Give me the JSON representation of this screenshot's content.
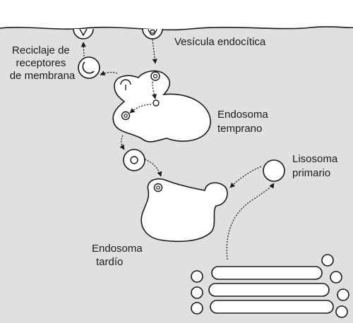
{
  "labels": {
    "recycling": [
      "Reciclaje de",
      "receptores",
      "de membrana"
    ],
    "endocytic_vesicle": "Vesícula endocítica",
    "early_endosome": [
      "Endosoma",
      "temprano"
    ],
    "primary_lysosome": [
      "Lisosoma",
      "primario"
    ],
    "late_endosome": [
      "Endosoma",
      "tardío"
    ]
  },
  "colors": {
    "cytoplasm": "#e0e0e0",
    "organelle_fill": "#ffffff",
    "stroke": "#1a1a1a",
    "text": "#1a1a1a"
  }
}
